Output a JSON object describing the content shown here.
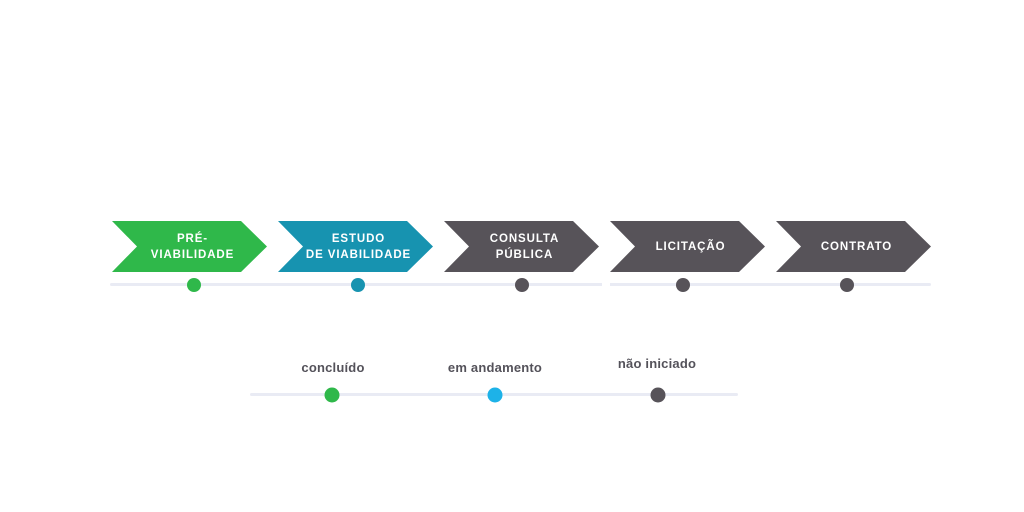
{
  "process": {
    "stages": [
      {
        "label": "PRÉ-\nVIABILIDADE",
        "color": "#2fb84a",
        "status": "concluído"
      },
      {
        "label": "ESTUDO\nDE VIABILIDADE",
        "color": "#1793b0",
        "status": "em andamento"
      },
      {
        "label": "CONSULTA\nPÚBLICA",
        "color": "#575359",
        "status": "não iniciado"
      },
      {
        "label": "LICITAÇÃO",
        "color": "#575359",
        "status": "não iniciado"
      },
      {
        "label": "CONTRATO",
        "color": "#575359",
        "status": "não iniciado"
      }
    ]
  },
  "legend": {
    "items": [
      {
        "label": "concluído",
        "color": "#2fb84a"
      },
      {
        "label": "em andamento",
        "color": "#1db2e8"
      },
      {
        "label": "não iniciado",
        "color": "#575359"
      }
    ]
  },
  "colors": {
    "background": "#ffffff",
    "track": "#e9ebf4",
    "legend_text": "#54525a"
  }
}
